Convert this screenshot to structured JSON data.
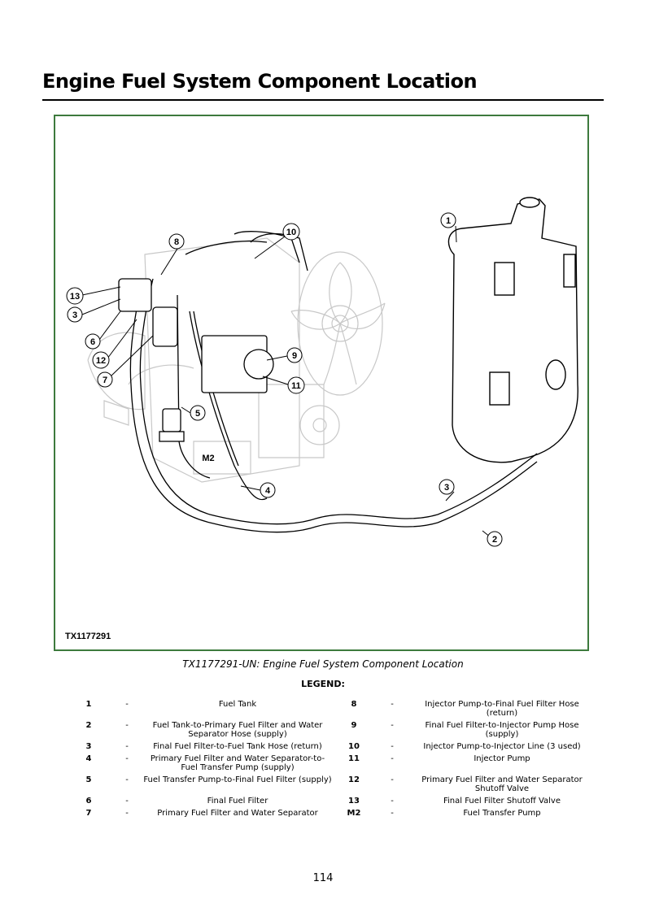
{
  "page": {
    "title": "Engine Fuel System Component Location",
    "page_number": "114"
  },
  "figure": {
    "id_label": "TX1177291",
    "caption": "TX1177291-UN: Engine Fuel System Component Location",
    "callouts": [
      "1",
      "2",
      "3",
      "4",
      "5",
      "6",
      "7",
      "8",
      "9",
      "10",
      "11",
      "12",
      "13",
      "M2"
    ],
    "border_color": "#3d7a3d"
  },
  "legend": {
    "title": "LEGEND:",
    "rows": [
      {
        "num": "1",
        "dash": "-",
        "desc": "Fuel Tank",
        "num2": "8",
        "dash2": "-",
        "desc2": "Injector Pump-to-Final Fuel Filter Hose (return)"
      },
      {
        "num": "2",
        "dash": "-",
        "desc": "Fuel Tank-to-Primary Fuel Filter and Water Separator Hose (supply)",
        "num2": "9",
        "dash2": "-",
        "desc2": "Final Fuel Filter-to-Injector Pump Hose (supply)"
      },
      {
        "num": "3",
        "dash": "-",
        "desc": "Final Fuel Filter-to-Fuel Tank Hose (return)",
        "num2": "10",
        "dash2": "-",
        "desc2": "Injector Pump-to-Injector Line (3 used)"
      },
      {
        "num": "4",
        "dash": "-",
        "desc": "Primary Fuel Filter and Water Separator-to-Fuel Transfer Pump (supply)",
        "num2": "11",
        "dash2": "-",
        "desc2": "Injector Pump"
      },
      {
        "num": "5",
        "dash": "-",
        "desc": "Fuel Transfer Pump-to-Final Fuel Filter (supply)",
        "num2": "12",
        "dash2": "-",
        "desc2": "Primary Fuel Filter and Water Separator Shutoff Valve"
      },
      {
        "num": "6",
        "dash": "-",
        "desc": "Final Fuel Filter",
        "num2": "13",
        "dash2": "-",
        "desc2": "Final Fuel Filter Shutoff Valve"
      },
      {
        "num": "7",
        "dash": "-",
        "desc": "Primary Fuel Filter and Water Separator",
        "num2": "M2",
        "dash2": "-",
        "desc2": "Fuel Transfer Pump"
      }
    ]
  }
}
